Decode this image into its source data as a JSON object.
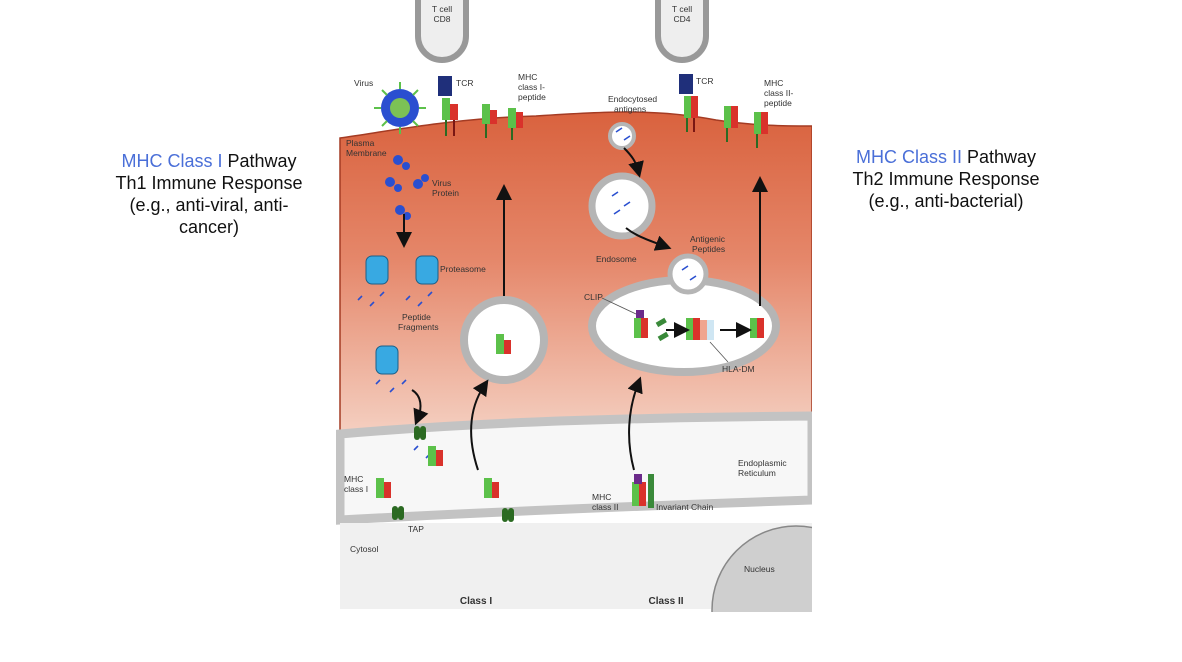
{
  "left_caption": {
    "highlight": "MHC Class I",
    "title_rest": " Pathway",
    "line2": "Th1 Immune Response",
    "line3": "(e.g., anti-viral, anti-",
    "line4": "cancer)"
  },
  "right_caption": {
    "highlight": "MHC Class II",
    "title_rest": " Pathway",
    "line2": "Th2 Immune Response",
    "line3": "(e.g., anti-bacterial)"
  },
  "colors": {
    "accent": "#4a6fd8",
    "cytoplasm_top": "#d9623e",
    "cytoplasm_bottom": "#f3cbbd",
    "membrane": "#c9c9c9",
    "mhc_green": "#5cc14a",
    "mhc_red": "#d9322b",
    "tcr_navy": "#1f2f7a",
    "peptide_blue": "#2a4fd0"
  },
  "diagram": {
    "tcell_cd8_line1": "T cell",
    "tcell_cd8_line2": "CD8",
    "tcell_cd4_line1": "T cell",
    "tcell_cd4_line2": "CD4",
    "tcr_left": "TCR",
    "tcr_right": "TCR",
    "virus": "Virus",
    "mhc1_peptide_line1": "MHC",
    "mhc1_peptide_line2": "class I-",
    "mhc1_peptide_line3": "peptide",
    "mhc2_peptide_line1": "MHC",
    "mhc2_peptide_line2": "class II-",
    "mhc2_peptide_line3": "peptide",
    "endocytosed_line1": "Endocytosed",
    "endocytosed_line2": "antigens",
    "plasma_line1": "Plasma",
    "plasma_line2": "Membrane",
    "virus_protein_line1": "Virus",
    "virus_protein_line2": "Protein",
    "proteasome": "Proteasome",
    "peptide_fragments_line1": "Peptide",
    "peptide_fragments_line2": "Fragments",
    "endosome": "Endosome",
    "antigenic_line1": "Antigenic",
    "antigenic_line2": "Peptides",
    "clip": "CLIP",
    "hla_dm": "HLA-DM",
    "er_line1": "Endoplasmic",
    "er_line2": "Reticulum",
    "mhc_class1_line1": "MHC",
    "mhc_class1_line2": "class I",
    "tap": "TAP",
    "mhc_class2_line1": "MHC",
    "mhc_class2_line2": "class II",
    "invariant_chain": "Invariant Chain",
    "cytosol": "Cytosol",
    "nucleus": "Nucleus",
    "class1": "Class I",
    "class2": "Class II"
  }
}
